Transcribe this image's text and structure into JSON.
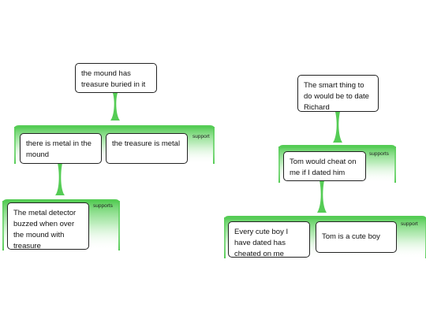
{
  "colors": {
    "branch": "#55cc55",
    "border": "#222222"
  },
  "left_tree": {
    "claim": "the mound has treasure buried in it",
    "group1": {
      "label": "support",
      "premises": [
        "there is metal in the mound",
        "the treasure is metal"
      ]
    },
    "group2": {
      "label": "supports",
      "premises": [
        "The metal detector buzzed when over the mound with treasure"
      ]
    }
  },
  "right_tree": {
    "claim": "The smart thing to do would be to date Richard",
    "group1": {
      "label": "supports",
      "premises": [
        "Tom would cheat on me if I dated him"
      ]
    },
    "group2": {
      "label": "support",
      "premises": [
        "Every cute boy I have dated has cheated on me",
        "Tom is a cute boy"
      ]
    }
  }
}
